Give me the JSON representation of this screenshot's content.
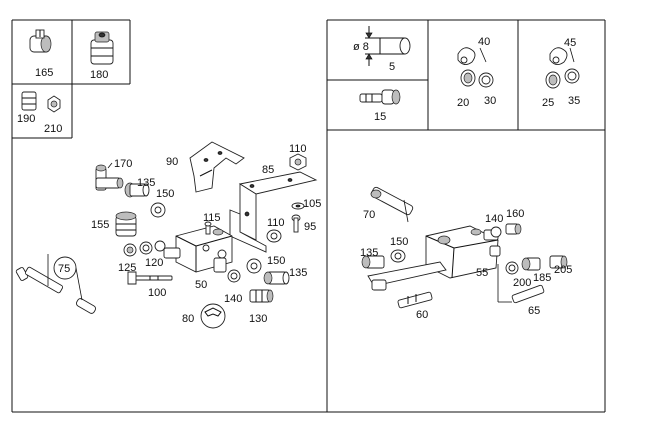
{
  "diagram": {
    "top_left_boxes": {
      "box_a": "165",
      "box_b": "180",
      "box_c1": "190",
      "box_c2": "210"
    },
    "top_right_boxes": {
      "dim_label": "ø 8",
      "dim_value": "5",
      "fitting_label": "15",
      "box_40": "40",
      "box_40_a": "20",
      "box_40_b": "30",
      "box_45": "45",
      "box_45_a": "25",
      "box_45_b": "35"
    },
    "left_panel": {
      "c170": "170",
      "c90": "90",
      "c135a": "135",
      "c150a": "150",
      "c110a": "110",
      "c85": "85",
      "c105": "105",
      "c155": "155",
      "c115": "115",
      "c110b": "110",
      "c95": "95",
      "c75": "75",
      "c125": "125",
      "c120": "120",
      "c150b": "150",
      "c135b": "135",
      "c100": "100",
      "c50": "50",
      "c140": "140",
      "c80": "80",
      "c130": "130"
    },
    "right_panel": {
      "c70": "70",
      "c140": "140",
      "c160": "160",
      "c135": "135",
      "c150": "150",
      "c55": "55",
      "c185": "185",
      "c205": "205",
      "c200": "200",
      "c60": "60",
      "c65": "65"
    }
  }
}
